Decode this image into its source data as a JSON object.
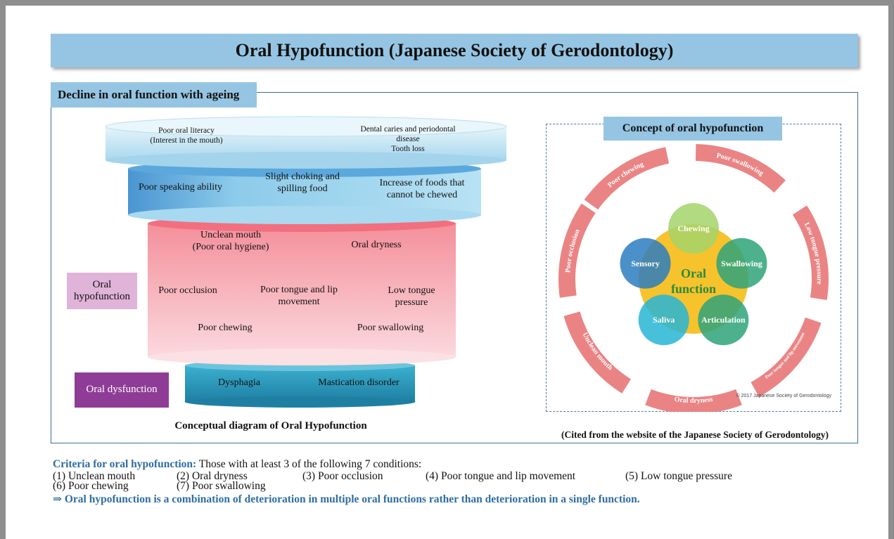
{
  "title": "Oral Hypofunction (Japanese Society of Gerodontology)",
  "section_label": "Decline in oral function with ageing",
  "funnel": {
    "tier1_left": [
      "Poor oral literacy",
      "(Interest in the mouth)"
    ],
    "tier1_right": [
      "Dental caries and periodontal",
      "disease",
      "Tooth loss"
    ],
    "tier2": [
      [
        "Poor speaking ability"
      ],
      [
        "Slight choking and",
        "spilling food"
      ],
      [
        "Increase of foods that",
        "cannot be chewed"
      ]
    ],
    "tier3": [
      [
        "Unclean mouth",
        "(Poor oral hygiene)"
      ],
      [
        "Oral dryness"
      ],
      [
        "Poor occlusion"
      ],
      [
        "Poor tongue and lip",
        "movement"
      ],
      [
        "Low tongue",
        "pressure"
      ],
      [
        "Poor chewing"
      ],
      [
        "Poor swallowing"
      ]
    ],
    "tier4": [
      "Dysphagia",
      "Mastication disorder"
    ],
    "caption": "Conceptual diagram of Oral Hypofunction"
  },
  "side_labels": {
    "hypofunction": "Oral hypofunction",
    "dysfunction": "Oral dysfunction"
  },
  "concept": {
    "title": "Concept of oral hypofunction",
    "center": [
      "Oral",
      "function"
    ],
    "circles": [
      "Chewing",
      "Swallowing",
      "Articulation",
      "Saliva",
      "Sensory"
    ],
    "arcs": [
      "Poor chewing",
      "Poor swallowing",
      "Low tongue pressure",
      "Poor tongue and lip movement",
      "Oral dryness",
      "Unclean mouth",
      "Poor occlusion"
    ],
    "copyright": "© 2017 Japanese Society of Gerodontology",
    "citation": "(Cited from the website of the Japanese Society of Gerodontology)"
  },
  "criteria": {
    "head": "Criteria for oral hypofunction:",
    "text": " Those with at least 3 of the following 7 conditions:",
    "conditions": [
      "(1) Unclean mouth",
      "(2) Oral dryness",
      "(3) Poor occlusion",
      "(4) Poor tongue and lip movement",
      "(5) Low tongue pressure",
      "(6) Poor chewing",
      "(7) Poor swallowing"
    ],
    "conclusion": "⇒ Oral hypofunction is a combination of deterioration in multiple oral functions rather than deterioration in a single function."
  },
  "colors": {
    "title_bg": "#95c5e3",
    "funnel_top": "#c6e6f3",
    "funnel_blue": "#8ccbea",
    "funnel_pink": "#f4a3ad",
    "funnel_teal": "#2f9fbf",
    "hypofunction_bg": "#e0b3d8",
    "dysfunction_bg": "#8e3c96",
    "accent_text": "#2e6da4",
    "arc_red": "#e66e6e"
  }
}
